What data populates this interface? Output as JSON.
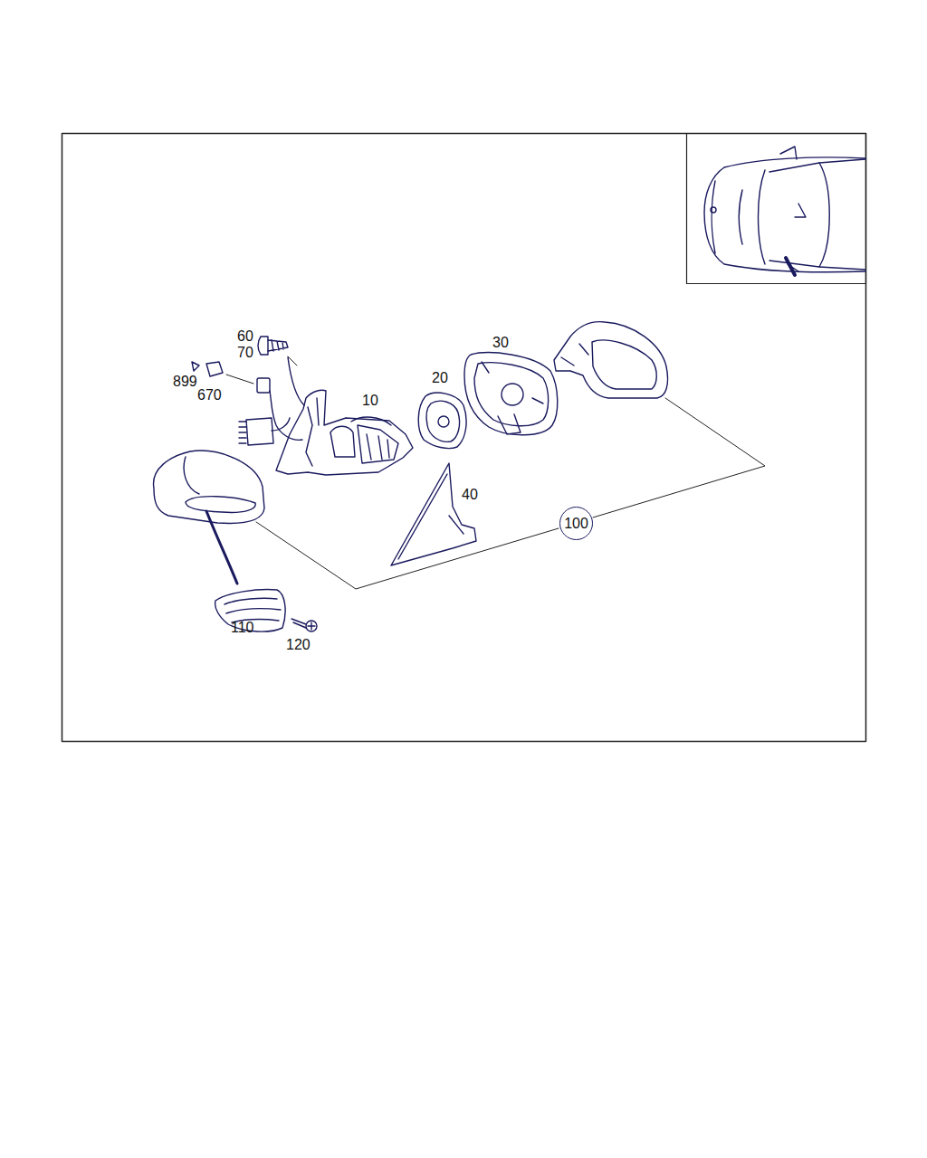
{
  "diagram": {
    "nodes": [
      {
        "text": [
          "100"
        ]
      }
    ],
    "labels": [
      "60",
      "70",
      "899",
      "670",
      "10",
      "20",
      "30",
      "40",
      "110",
      "120"
    ]
  }
}
